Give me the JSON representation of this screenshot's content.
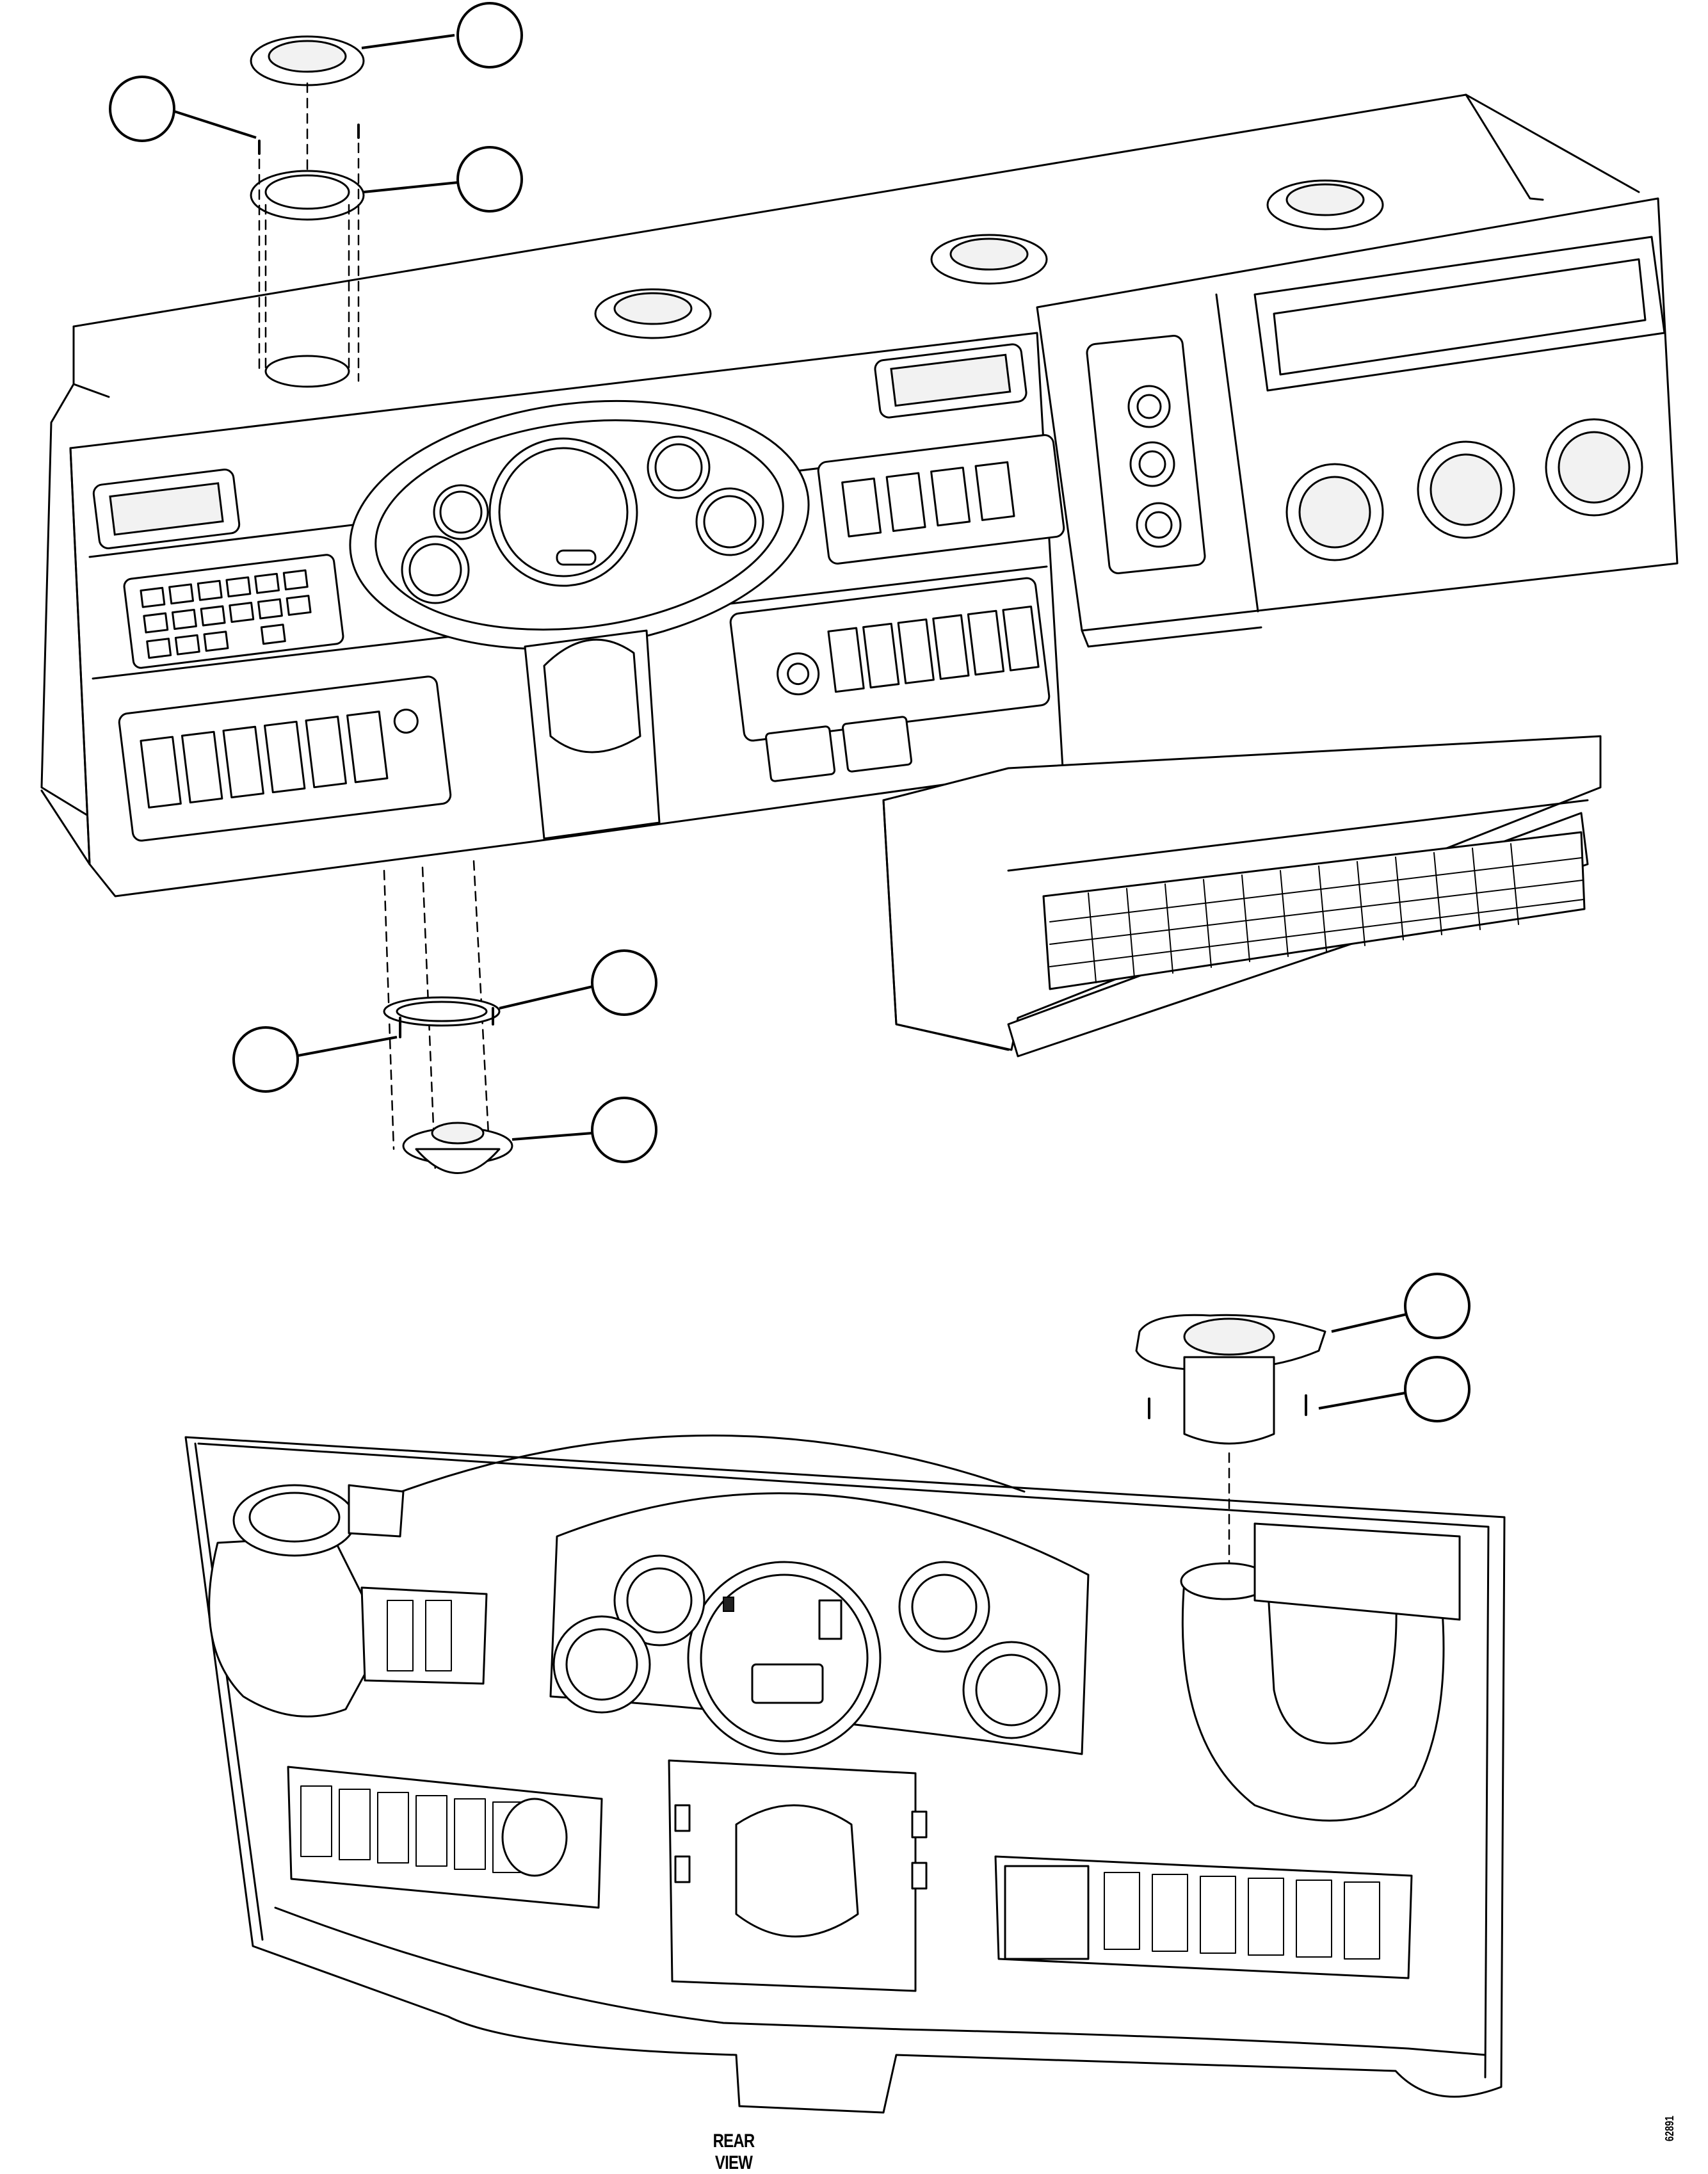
{
  "view_label": "REAR VIEW",
  "drawing_id": "62891",
  "callouts": [
    {
      "id": "balloon-top-vent"
    },
    {
      "id": "balloon-screw-top"
    },
    {
      "id": "balloon-vent-housing-top"
    },
    {
      "id": "balloon-gasket-bottom"
    },
    {
      "id": "balloon-screw-bottom"
    },
    {
      "id": "balloon-floor-vent"
    },
    {
      "id": "balloon-rear-duct-flange"
    },
    {
      "id": "balloon-rear-screw"
    }
  ]
}
